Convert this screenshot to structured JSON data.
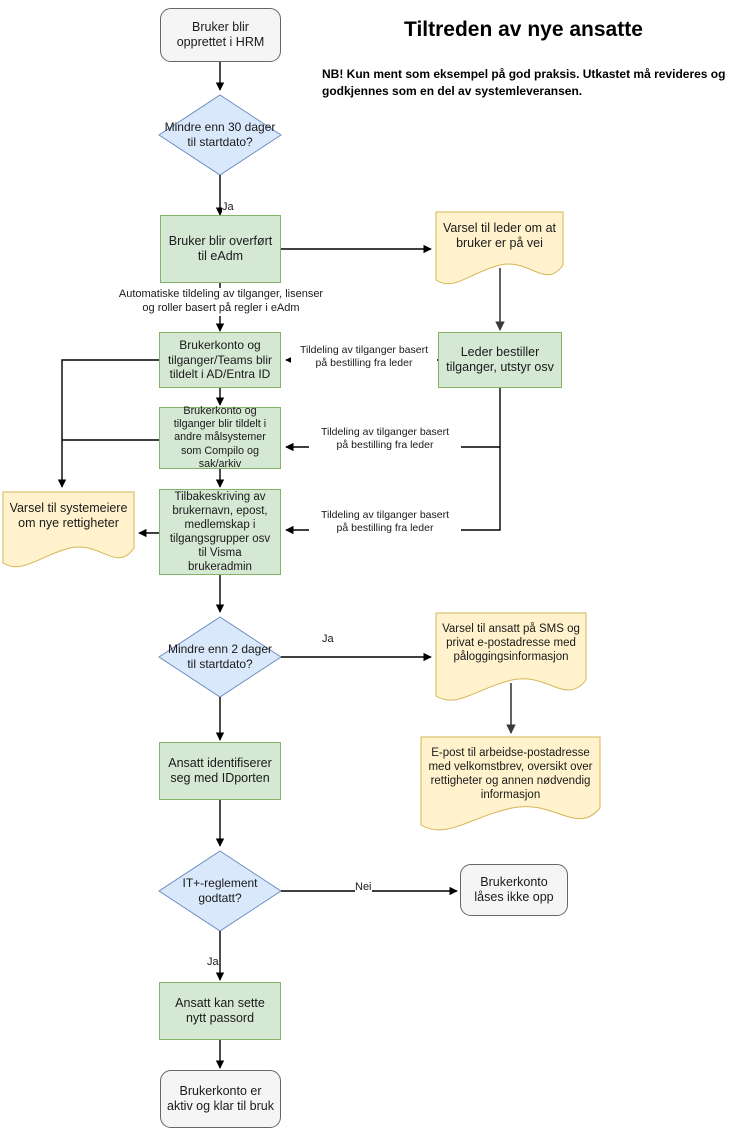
{
  "header": {
    "title": "Tiltreden av nye ansatte",
    "note": "NB! Kun ment som eksempel på god praksis. Utkastet må revideres og godkjennes som en del av systemleveransen."
  },
  "colors": {
    "process_fill": "#d5e8d4",
    "process_stroke": "#82b366",
    "decision_fill": "#dae8fc",
    "decision_stroke": "#6c8ebf",
    "note_fill": "#fff2cc",
    "note_stroke": "#d6b656",
    "terminal_fill": "#f5f5f5",
    "terminal_stroke": "#666666",
    "edge_stroke": "#000000",
    "text": "#1a1a1a"
  },
  "nodes": {
    "start": {
      "label": "Bruker blir opprettet i HRM",
      "type": "terminal"
    },
    "d30": {
      "label": "Mindre enn 30 dager til startdato?",
      "type": "decision"
    },
    "eadm": {
      "label": "Bruker blir overført til eAdm",
      "type": "process"
    },
    "note_leder": {
      "label": "Varsel til leder om at bruker er på vei",
      "type": "note"
    },
    "leder_bestiller": {
      "label": "Leder bestiller tilganger, utstyr osv",
      "type": "process"
    },
    "ad_entra": {
      "label": "Brukerkonto og tilganger/Teams blir tildelt i AD/Entra ID",
      "type": "process"
    },
    "compilo": {
      "label": "Brukerkonto og tilganger blir tildelt i andre målsystemer som Compilo og sak/arkiv",
      "type": "process"
    },
    "visma": {
      "label": "Tilbakeskriving av brukernavn, epost, medlemskap i tilgangsgrupper osv til Visma brukeradmin",
      "type": "process"
    },
    "note_systemeiere": {
      "label": "Varsel til systemeiere om nye rettigheter",
      "type": "note"
    },
    "d2": {
      "label": "Mindre enn 2 dager til startdato?",
      "type": "decision"
    },
    "note_sms": {
      "label": "Varsel til ansatt på SMS og privat e-postadresse med påloggingsinformasjon",
      "type": "note"
    },
    "note_epost": {
      "label": "E-post til arbeidse-postadresse med velkomstbrev, oversikt over rettigheter og annen nødvendig informasjon",
      "type": "note"
    },
    "idporten": {
      "label": "Ansatt identifiserer seg med IDporten",
      "type": "process"
    },
    "d_reglement": {
      "label": "IT+-reglement godtatt?",
      "type": "decision"
    },
    "laast": {
      "label": "Brukerkonto låses ikke opp",
      "type": "terminal"
    },
    "passord": {
      "label": "Ansatt kan sette nytt passord",
      "type": "process"
    },
    "aktiv": {
      "label": "Brukerkonto er aktiv og klar til bruk",
      "type": "terminal"
    }
  },
  "edge_labels": {
    "ja_30": "Ja",
    "auto_tildeling": "Automatiske tildeling av tilganger, lisenser\nog roller basert på regler i eAdm",
    "bestilling_1": "Tildeling av tilganger basert\npå bestilling fra leder",
    "bestilling_2": "Tildeling av tilganger basert\npå bestilling fra leder",
    "bestilling_3": "Tildeling av tilganger basert\npå bestilling fra leder",
    "ja_2dager": "Ja",
    "nei_reglement": "Nei",
    "ja_reglement": "Ja"
  }
}
